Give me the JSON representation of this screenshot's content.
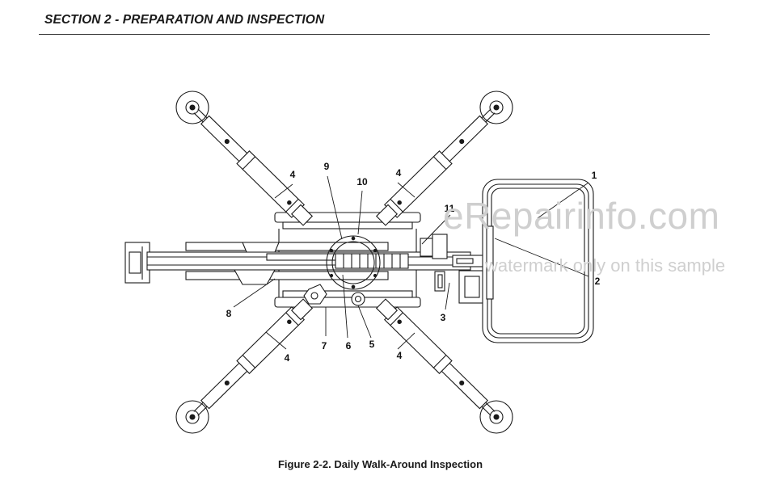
{
  "header": {
    "title": "SECTION 2 - PREPARATION AND INSPECTION"
  },
  "figure": {
    "caption": "Figure 2-2. Daily Walk-Around Inspection",
    "callouts": {
      "c1": "1",
      "c2": "2",
      "c3": "3",
      "c4a": "4",
      "c4b": "4",
      "c4c": "4",
      "c4d": "4",
      "c5": "5",
      "c6": "6",
      "c7": "7",
      "c8": "8",
      "c9": "9",
      "c10": "10",
      "c11": "11"
    }
  },
  "watermark": {
    "main": "eRepairinfo.com",
    "sub": "watermark only on this sample"
  },
  "colors": {
    "line": "#1a1a1a",
    "watermark": "#cfcfcf"
  }
}
